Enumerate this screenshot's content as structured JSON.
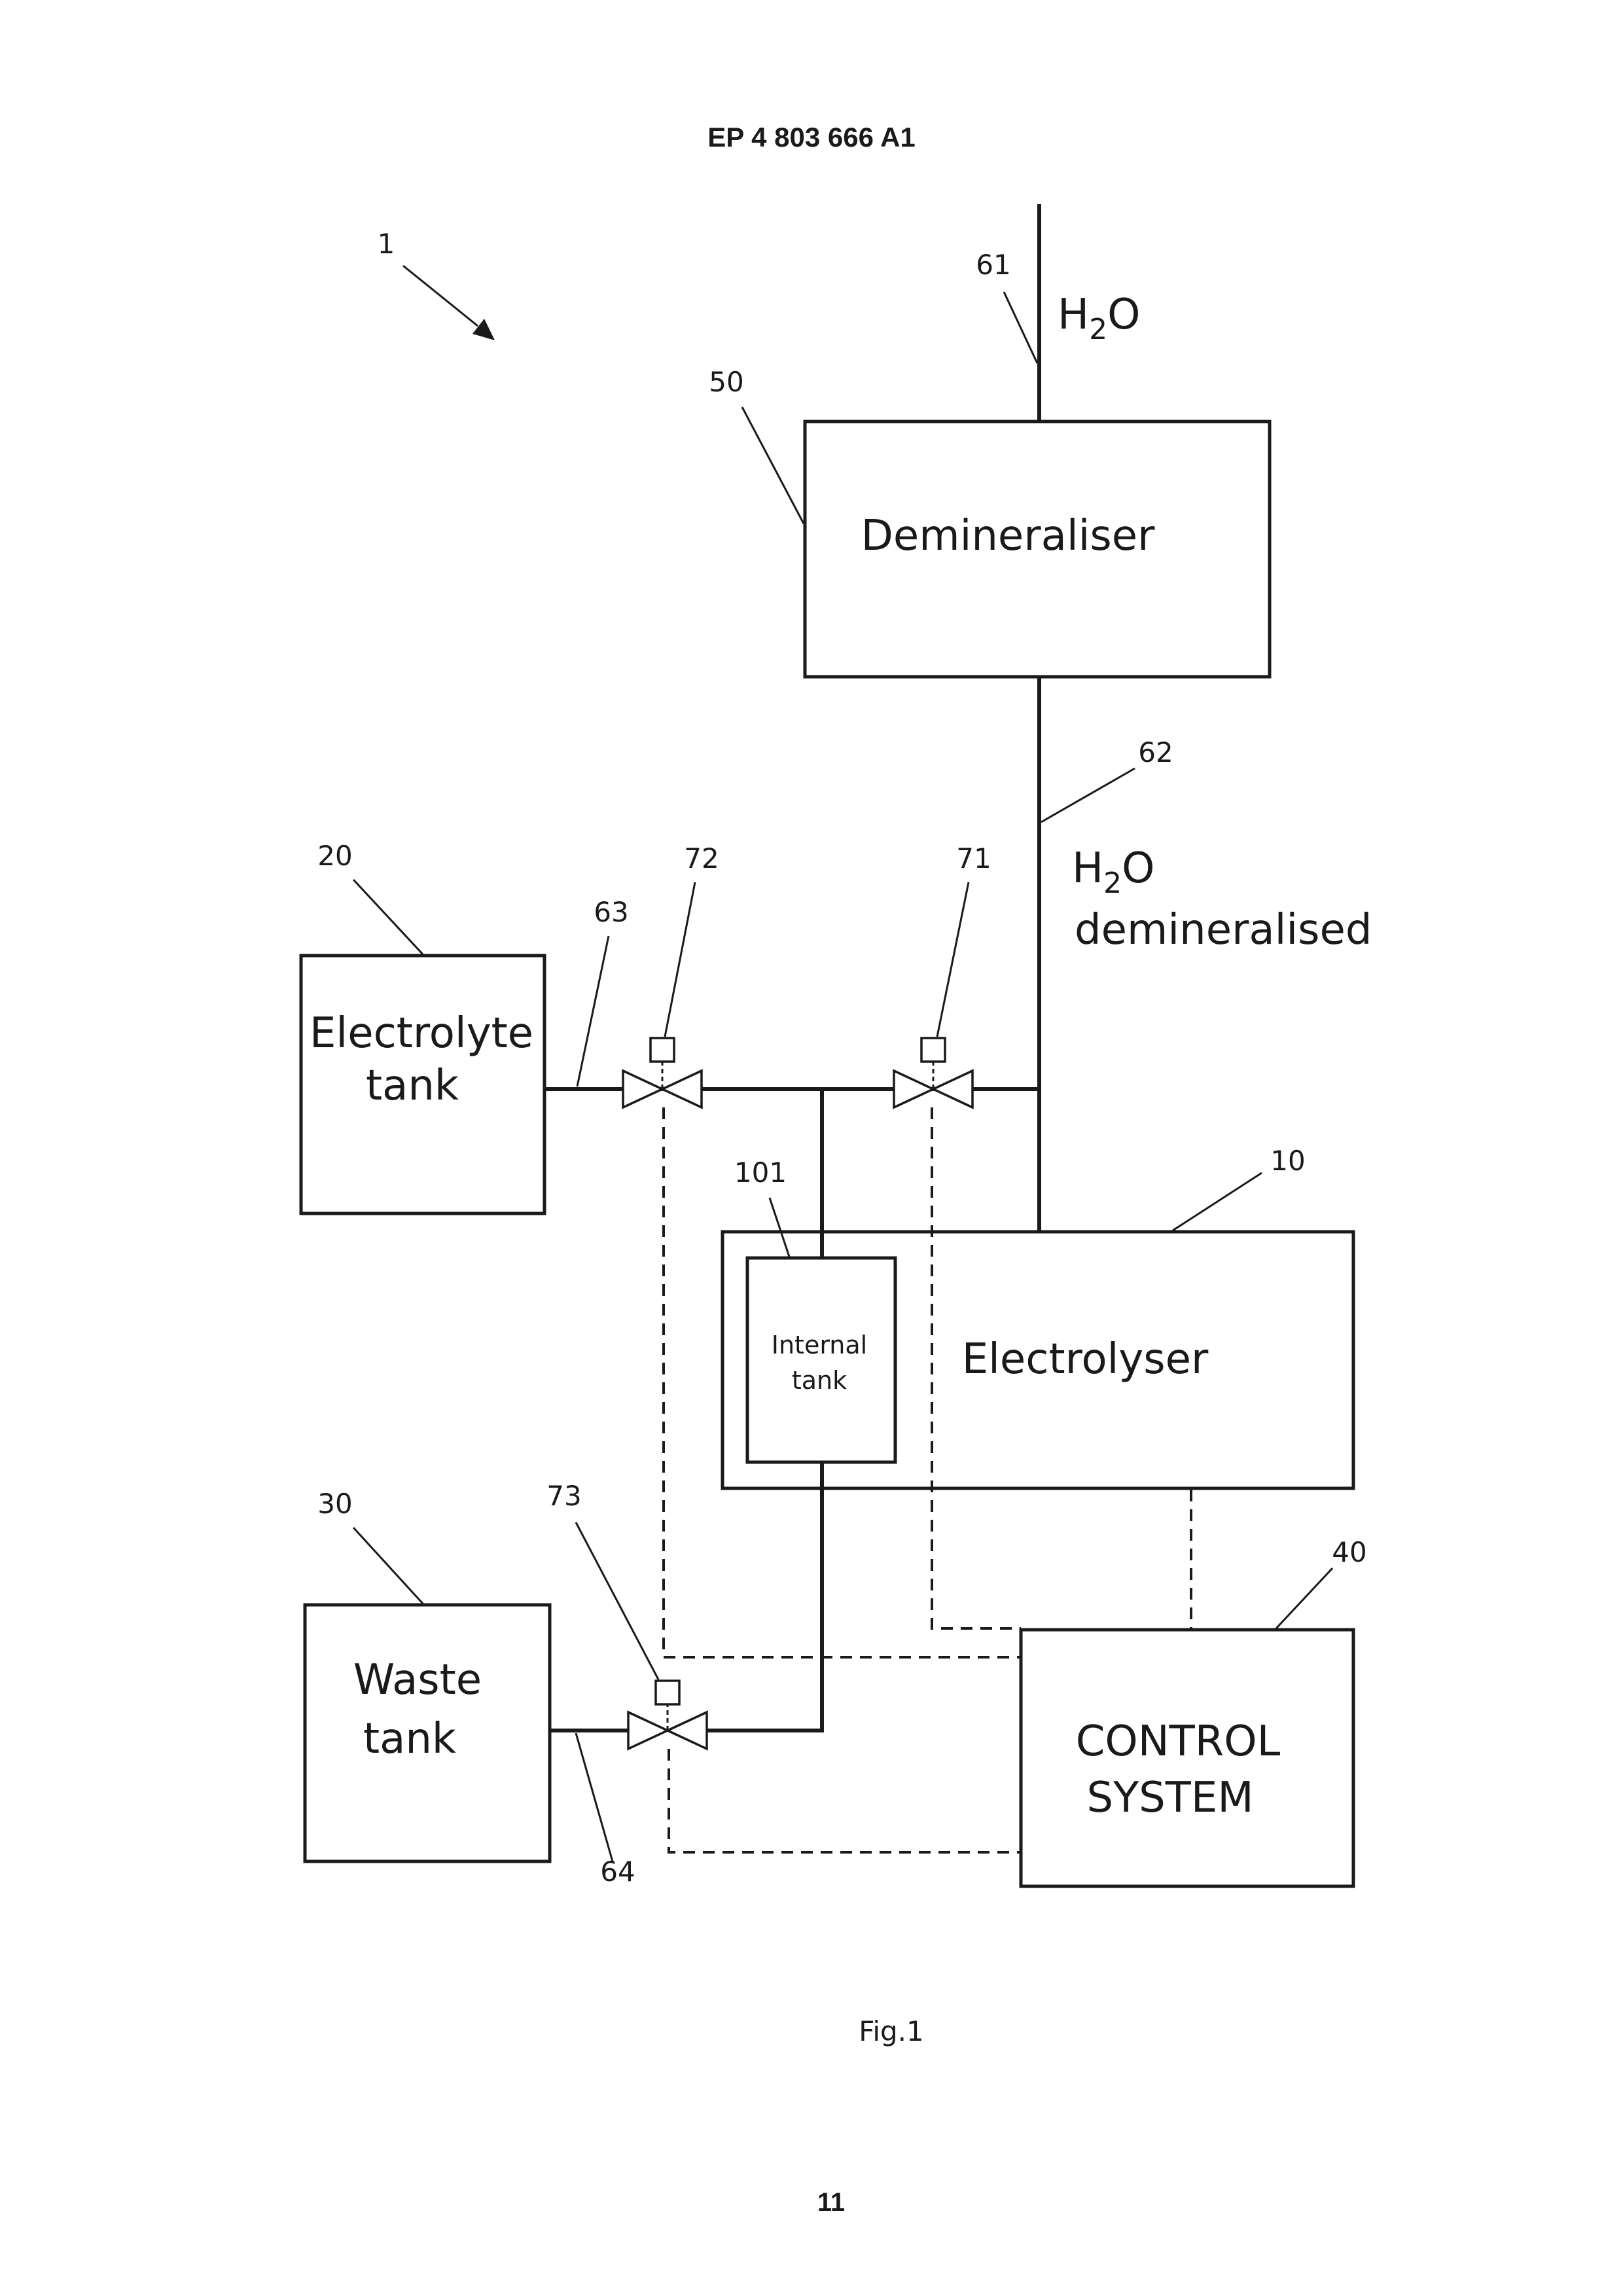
{
  "header": {
    "publication_number": "EP 4 803 666 A1"
  },
  "figure": {
    "caption": "Fig.1",
    "page_number": "11"
  },
  "system_ref": "1",
  "water_inlet": {
    "ref": "61",
    "label_base": "H",
    "label_sub": "2",
    "label_tail": "O"
  },
  "demineralised_water": {
    "ref": "62",
    "label_base": "H",
    "label_sub": "2",
    "label_tail": "O",
    "label_line2": "demineralised"
  },
  "demineraliser": {
    "ref": "50",
    "label": "Demineraliser"
  },
  "electrolyte_tank": {
    "ref": "20",
    "label_line1": "Electrolyte",
    "label_line2": "tank"
  },
  "electrolyser": {
    "ref": "10",
    "label": "Electrolyser"
  },
  "internal_tank": {
    "ref": "101",
    "label_line1": "Internal",
    "label_line2": "tank"
  },
  "waste_tank": {
    "ref": "30",
    "label_line1": "Waste",
    "label_line2": "tank"
  },
  "control_system": {
    "ref": "40",
    "label_line1": "CONTROL",
    "label_line2": "SYSTEM"
  },
  "pipes": {
    "electrolyte_line_ref": "63",
    "waste_line_ref": "64"
  },
  "valves": {
    "demin_valve_ref": "71",
    "electrolyte_valve_ref": "72",
    "waste_valve_ref": "73"
  }
}
